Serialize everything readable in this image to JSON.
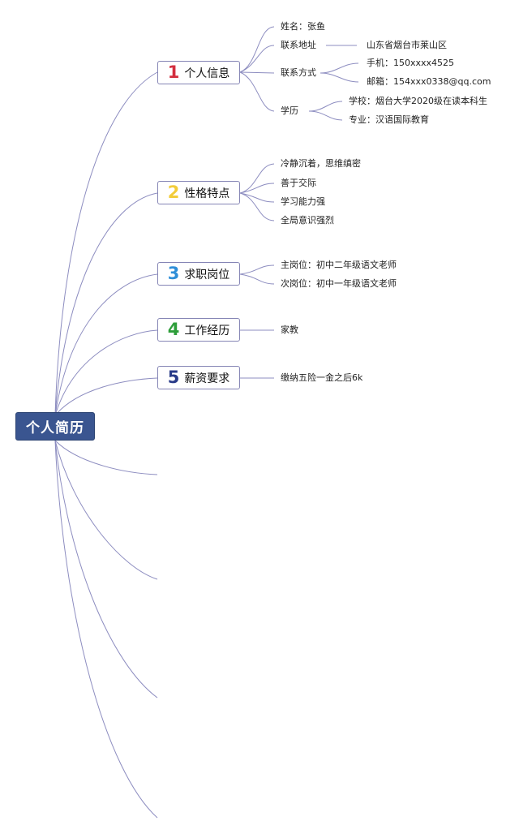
{
  "root": {
    "label": "个人简历"
  },
  "colors": {
    "line": "#8d8dc0",
    "root_fill": "#3a5590",
    "num1": "#d32f3f",
    "num2": "#f2cc3a",
    "num3": "#2f8fd8",
    "num4": "#2e9e3a",
    "num5": "#283a88"
  },
  "branches": [
    {
      "number": "1",
      "label": "个人信息",
      "children": {
        "name": "姓名：张鱼",
        "address_label": "联系地址",
        "address_value": "山东省烟台市莱山区",
        "contact_label": "联系方式",
        "phone": "手机：150xxxx4525",
        "email": "邮箱：154xxx0338@qq.com",
        "edu_label": "学历",
        "school": "学校：烟台大学2020级在读本科生",
        "major": "专业：汉语国际教育"
      }
    },
    {
      "number": "2",
      "label": "性格特点",
      "items": [
        "冷静沉着，思维缜密",
        "善于交际",
        "学习能力强",
        "全局意识强烈"
      ]
    },
    {
      "number": "3",
      "label": "求职岗位",
      "items": [
        "主岗位：初中二年级语文老师",
        "次岗位：初中一年级语文老师"
      ]
    },
    {
      "number": "4",
      "label": "工作经历",
      "items": [
        "家教"
      ]
    },
    {
      "number": "5",
      "label": "薪资要求",
      "items": [
        "缴纳五险一金之后6k"
      ]
    }
  ]
}
